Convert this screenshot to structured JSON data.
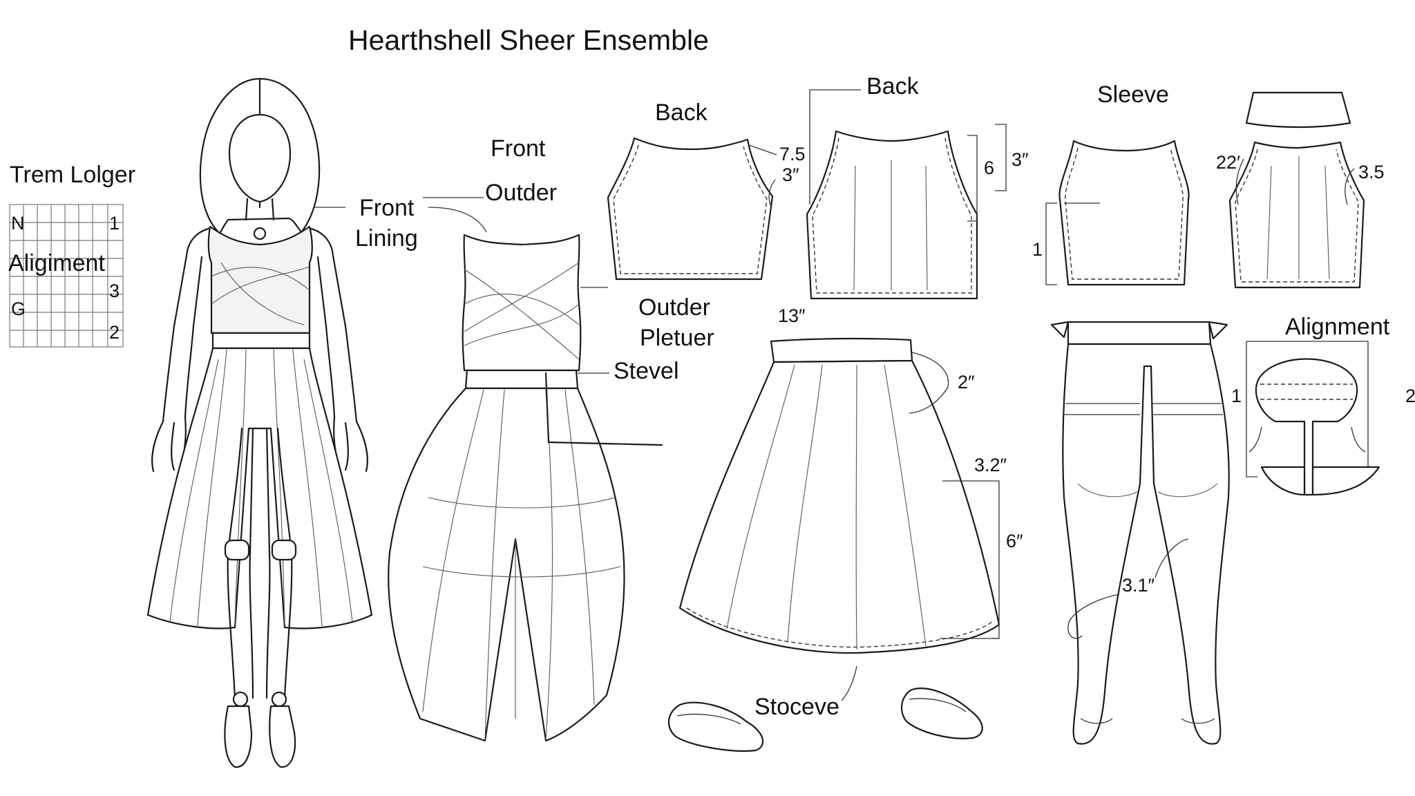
{
  "title": "Hearthshell Sheer Ensemble",
  "legend": {
    "heading": "Trem Lolger",
    "row_labels": [
      "N",
      "Aligiment",
      "G"
    ],
    "col_numbers": [
      "1",
      "3",
      "2"
    ]
  },
  "labels": {
    "front": "Front",
    "outder": "Outder",
    "front_lining_1": "Front",
    "front_lining_2": "Lining",
    "outder_pletuer_1": "Outder",
    "outder_pletuer_2": "Pletuer",
    "stevel": "Stevel",
    "back_left": "Back",
    "back_right": "Back",
    "sleeve": "Sleeve",
    "alignment": "Alignment",
    "stoceve": "Stoceve"
  },
  "measurements": {
    "m_7_5": "7.5",
    "m_3a": "3″",
    "m_6": "6",
    "m_3b": "3″",
    "m_13": "13″",
    "m_2": "2″",
    "m_3_2": "3.2″",
    "m_6b": "6″",
    "m_22": "22′",
    "m_3_5": "3.5",
    "m_1_sleeve": "1",
    "m_3_1": "3.1″",
    "m_1_align": "1",
    "m_2_align": "2"
  }
}
